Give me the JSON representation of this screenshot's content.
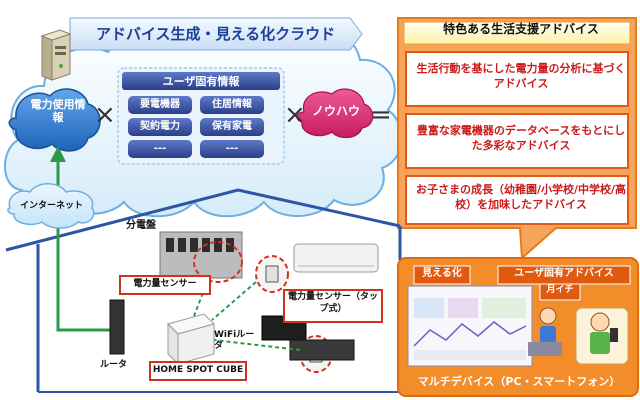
{
  "cloud": {
    "title": "アドバイス生成・見える化クラウド",
    "power_usage": "電力使用情報",
    "user_info": {
      "title": "ユーザ固有情報",
      "cells": [
        "要電機器",
        "住居情報",
        "契約電力",
        "保有家電",
        "---",
        "---"
      ]
    },
    "times1": "×",
    "knowhow": "ノウハウ",
    "times2": "×",
    "equals": "="
  },
  "advice": {
    "title": "特色ある生活支援アドバイス",
    "items": [
      "生活行動を基にした電力量の分析に基づくアドバイス",
      "豊富な家電機器のデータベースをもとにした多彩なアドバイス",
      "お子さまの成長（幼稚園/小学校/中学校/高校）を加味したアドバイス"
    ]
  },
  "home": {
    "internet": "インターネット",
    "distribution_board": "分電盤",
    "meter_sensor": "電力量センサー",
    "tap_sensor": "電力量センサー（タップ式）",
    "wifi_router": "WiFiルータ",
    "router": "ルータ",
    "hub": "HOME SPOT CUBE"
  },
  "device": {
    "visualize": "見える化",
    "user_advice": "ユーザ固有アドバイス",
    "monthly": "月イチ",
    "multi_device": "マルチデバイス（PC・スマートフォン）"
  },
  "colors": {
    "blue": "#2b74c7",
    "pink": "#d6246e",
    "orange": "#f07814",
    "navy": "#2d4a96",
    "cloud_edge": "#6faee0",
    "roof": "#2d55a6"
  }
}
